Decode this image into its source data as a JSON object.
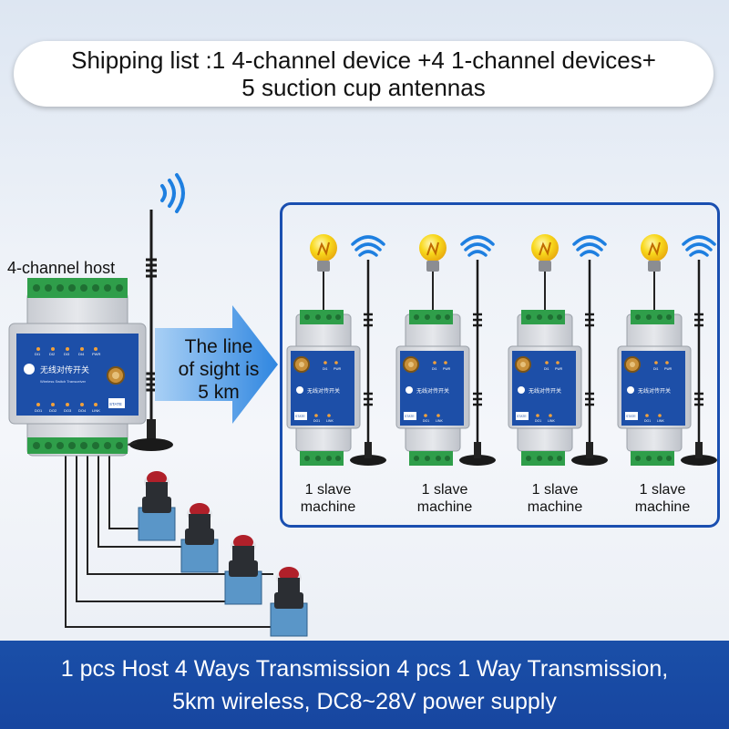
{
  "top_banner": {
    "line1": "Shipping list :1 4-channel device +4 1-channel devices+",
    "line2": "5 suction cup antennas"
  },
  "host": {
    "label": "4-channel host",
    "panel_text": "无线对传开关",
    "panel_subtext": "Wireless Switch Transceiver",
    "indicators_top": [
      "DI1",
      "DI2",
      "DI3",
      "DI4",
      "PWR"
    ],
    "indicators_bottom": [
      "DO1",
      "DO2",
      "DO3",
      "DO4",
      "LINK"
    ],
    "button_label": "STATE"
  },
  "transmission": {
    "line1": "The line",
    "line2": "of sight is",
    "line3": "5 km"
  },
  "slaves": [
    {
      "line1": "1 slave",
      "line2": "machine"
    },
    {
      "line1": "1 slave",
      "line2": "machine"
    },
    {
      "line1": "1 slave",
      "line2": "machine"
    },
    {
      "line1": "1 slave",
      "line2": "machine"
    }
  ],
  "slave_device": {
    "panel_text": "无线对传开关",
    "indicators_top": [
      "DI1",
      "PWR"
    ],
    "indicators_bottom": [
      "DO1",
      "LINK"
    ],
    "button_label": "STATE"
  },
  "bottom_banner": {
    "line1": "1 pcs Host 4 Ways Transmission 4 pcs 1 Way Transmission,",
    "line2": "5km wireless, DC8~28V power supply"
  },
  "colors": {
    "brand_blue": "#1a4fb0",
    "device_blue": "#1d4fa8",
    "terminal_green": "#2f9e4a",
    "bulb_yellow": "#f6d21e",
    "button_red": "#b0202a",
    "button_base": "#5a96c8"
  },
  "icons": [
    "wifi-signal-icon",
    "light-bulb-icon",
    "push-button-icon",
    "antenna-icon",
    "arrow-right-icon"
  ]
}
